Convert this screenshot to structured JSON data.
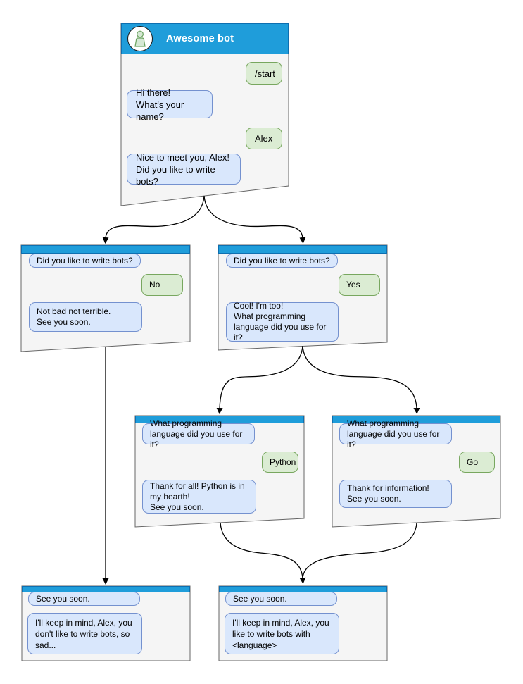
{
  "diagram_type": "chat-bot-dialog-flowchart",
  "colors": {
    "header_blue": "#1f9dda",
    "header_border": "#0e6fb0",
    "window_fill": "#f5f5f5",
    "window_border": "#666666",
    "bot_bubble_fill": "#d9e7fc",
    "bot_bubble_border": "#7491cf",
    "user_bubble_fill": "#dbecd3",
    "user_bubble_border": "#78a75f",
    "connector": "#000000",
    "title_text": "#ffffff"
  },
  "icons": {
    "avatar": "person-icon"
  },
  "windows": {
    "main": {
      "title": "Awesome bot",
      "messages": [
        {
          "from": "user",
          "text": "/start"
        },
        {
          "from": "bot",
          "text": "Hi there!\nWhat's your name?"
        },
        {
          "from": "user",
          "text": "Alex"
        },
        {
          "from": "bot",
          "text": "Nice to meet you, Alex!\nDid you like to write bots?"
        }
      ]
    },
    "branch_no": {
      "messages": [
        {
          "from": "bot",
          "text": "Did you like to write bots?"
        },
        {
          "from": "user",
          "text": "No"
        },
        {
          "from": "bot",
          "text": "Not bad not terrible.\nSee you soon."
        }
      ]
    },
    "branch_yes": {
      "messages": [
        {
          "from": "bot",
          "text": "Did you like to write bots?"
        },
        {
          "from": "user",
          "text": "Yes"
        },
        {
          "from": "bot",
          "text": "Cool! I'm too!\nWhat programming\nlanguage did you use for it?"
        }
      ]
    },
    "branch_python": {
      "messages": [
        {
          "from": "bot",
          "text": "What programming\nlanguage did you use for it?"
        },
        {
          "from": "user",
          "text": "Python"
        },
        {
          "from": "bot",
          "text": "Thank for all! Python is in\nmy hearth!\nSee you soon."
        }
      ]
    },
    "branch_go": {
      "messages": [
        {
          "from": "bot",
          "text": "What programming\nlanguage did you use for it?"
        },
        {
          "from": "user",
          "text": "Go"
        },
        {
          "from": "bot",
          "text": "Thank for information!\nSee you soon."
        }
      ]
    },
    "end_no": {
      "messages": [
        {
          "from": "bot",
          "text": "See you soon."
        },
        {
          "from": "bot",
          "text": "I'll keep in mind, Alex, you\ndon't like to write bots, so\nsad..."
        }
      ]
    },
    "end_yes": {
      "messages": [
        {
          "from": "bot",
          "text": "See you soon."
        },
        {
          "from": "bot",
          "text": "I'll keep in mind, Alex, you\nlike to write bots with\n<language>"
        }
      ]
    }
  },
  "flow_edges": [
    {
      "from": "main",
      "to": "branch_no"
    },
    {
      "from": "main",
      "to": "branch_yes"
    },
    {
      "from": "branch_no",
      "to": "end_no"
    },
    {
      "from": "branch_yes",
      "to": "branch_python"
    },
    {
      "from": "branch_yes",
      "to": "branch_go"
    },
    {
      "from": "branch_python",
      "to": "end_yes"
    },
    {
      "from": "branch_go",
      "to": "end_yes"
    }
  ]
}
